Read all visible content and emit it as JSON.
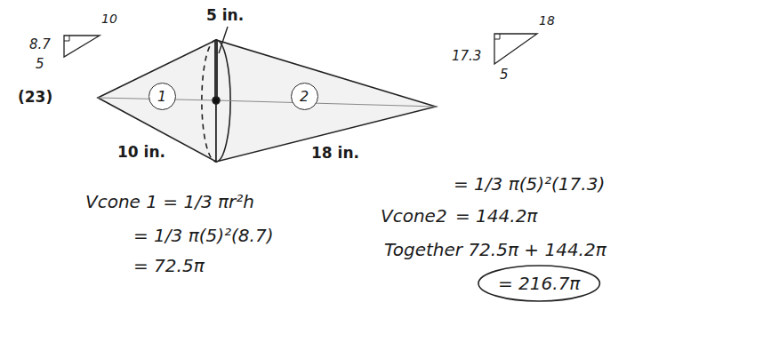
{
  "diagram": {
    "nodes": [
      {
        "text": [
          "1"
        ]
      },
      {
        "text": [
          "2"
        ]
      }
    ],
    "labels": [
      "5 in.",
      "(23)",
      "10 in.",
      "18 in.",
      "8.7",
      "10",
      "5",
      "17.3",
      "18",
      "5",
      "Vcone 1 = 1/3 πr²h",
      "= 1/3 π(5)²(8.7)",
      "= 72.5π",
      "= 1/3 π(5)²(17.3)",
      "Vcone2",
      "= 144.2π",
      "Together 72.5π + 144.2π",
      "= 216.7π"
    ]
  }
}
